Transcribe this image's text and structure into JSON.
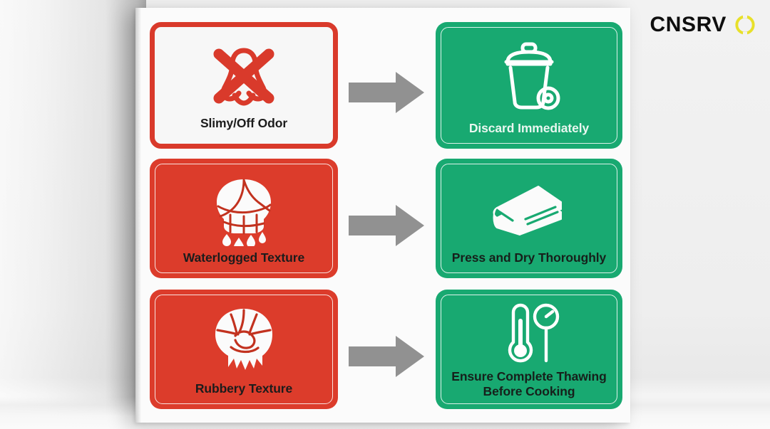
{
  "brand": {
    "name": "CNSRV",
    "mark_icon": "broken-ring-icon",
    "mark_color": "#e8e02a",
    "text_color": "#0e0e0e"
  },
  "palette": {
    "red": "#dc3c2b",
    "red_border": "#d93a2b",
    "green": "#18a971",
    "arrow_gray": "#919191",
    "board": "#fbfbfb",
    "wall": "#f1f1f1",
    "label_dark": "#1c1c1c"
  },
  "rows": [
    {
      "problem": {
        "label": "Slimy/Off Odor",
        "icon": "nose-crossed-out-icon",
        "style": "red-outline"
      },
      "arrow": {
        "icon": "arrow-right-icon"
      },
      "solution": {
        "label": "Discard Immediately",
        "icon": "trash-bin-icon",
        "style": "green"
      }
    },
    {
      "problem": {
        "label": "Waterlogged Texture",
        "icon": "dripping-food-icon",
        "style": "red-solid"
      },
      "arrow": {
        "icon": "arrow-right-icon"
      },
      "solution": {
        "label": "Press and Dry Thoroughly",
        "icon": "folded-towel-icon",
        "style": "green"
      }
    },
    {
      "problem": {
        "label": "Rubbery Texture",
        "icon": "rubbery-seafood-icon",
        "style": "red-solid"
      },
      "arrow": {
        "icon": "arrow-right-icon"
      },
      "solution": {
        "label_line1": "Ensure Complete Thawing",
        "label_line2": "Before Cooking",
        "icon": "thermometer-gauge-icon",
        "style": "green"
      }
    }
  ]
}
